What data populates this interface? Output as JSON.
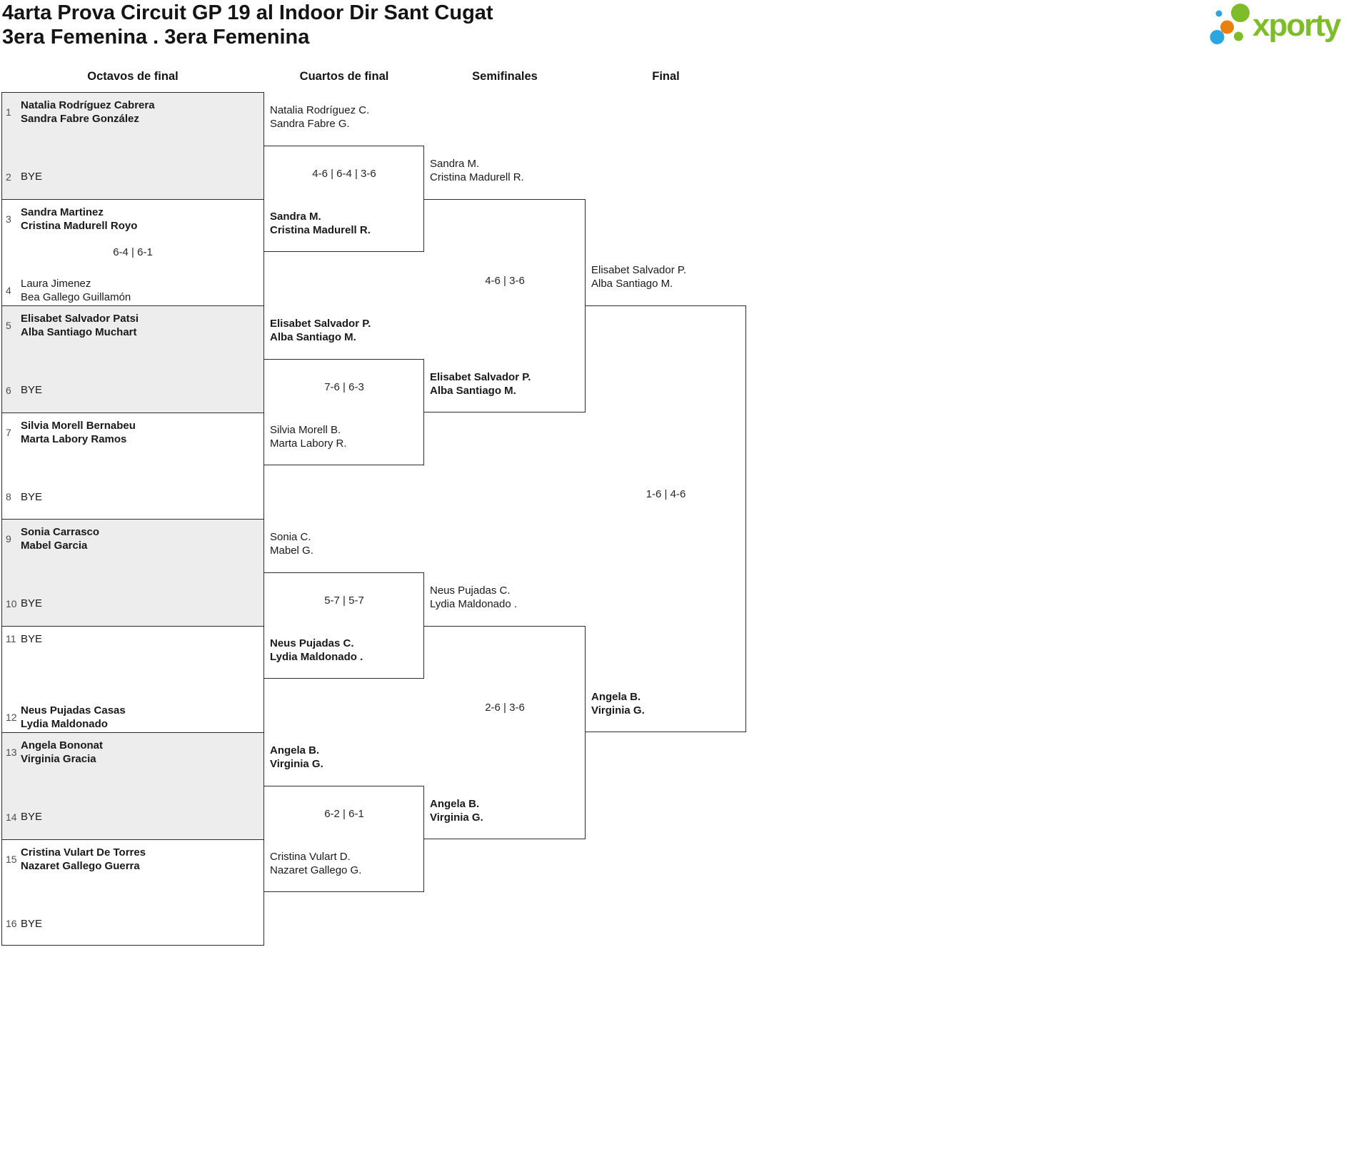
{
  "header": {
    "title": "4arta Prova Circuit GP 19 al Indoor Dir Sant Cugat",
    "subtitle": "3era Femenina . 3era Femenina"
  },
  "logo": {
    "text": "xporty",
    "colors": {
      "green": "#7fbc2a",
      "blue": "#29a8df",
      "orange": "#e9820d"
    }
  },
  "rounds": [
    "Octavos de final",
    "Cuartos de final",
    "Semifinales",
    "Final"
  ],
  "first_round": [
    {
      "shaded": true,
      "score": "",
      "slots": [
        {
          "seed": "1",
          "lines": [
            "Natalia Rodríguez Cabrera",
            "Sandra Fabre González"
          ],
          "bold": true
        },
        {
          "seed": "2",
          "lines": [
            "BYE"
          ],
          "bold": false
        }
      ]
    },
    {
      "shaded": false,
      "score": "6-4 | 6-1",
      "slots": [
        {
          "seed": "3",
          "lines": [
            "Sandra Martinez",
            "Cristina Madurell Royo"
          ],
          "bold": true
        },
        {
          "seed": "4",
          "lines": [
            "Laura Jimenez",
            "Bea Gallego Guillamón"
          ],
          "bold": false
        }
      ]
    },
    {
      "shaded": true,
      "score": "",
      "slots": [
        {
          "seed": "5",
          "lines": [
            "Elisabet Salvador Patsi",
            "Alba Santiago Muchart"
          ],
          "bold": true
        },
        {
          "seed": "6",
          "lines": [
            "BYE"
          ],
          "bold": false
        }
      ]
    },
    {
      "shaded": false,
      "score": "",
      "slots": [
        {
          "seed": "7",
          "lines": [
            "Silvia Morell Bernabeu",
            "Marta Labory Ramos"
          ],
          "bold": true
        },
        {
          "seed": "8",
          "lines": [
            "BYE"
          ],
          "bold": false
        }
      ]
    },
    {
      "shaded": true,
      "score": "",
      "slots": [
        {
          "seed": "9",
          "lines": [
            "Sonia Carrasco",
            "Mabel Garcia"
          ],
          "bold": true
        },
        {
          "seed": "10",
          "lines": [
            "BYE"
          ],
          "bold": false
        }
      ]
    },
    {
      "shaded": false,
      "score": "",
      "slots": [
        {
          "seed": "11",
          "lines": [
            "BYE"
          ],
          "bold": false
        },
        {
          "seed": "12",
          "lines": [
            "Neus Pujadas Casas",
            "Lydia Maldonado"
          ],
          "bold": true
        }
      ]
    },
    {
      "shaded": true,
      "score": "",
      "slots": [
        {
          "seed": "13",
          "lines": [
            "Angela Bononat",
            "Virginia Gracia"
          ],
          "bold": true
        },
        {
          "seed": "14",
          "lines": [
            "BYE"
          ],
          "bold": false
        }
      ]
    },
    {
      "shaded": false,
      "score": "",
      "slots": [
        {
          "seed": "15",
          "lines": [
            "Cristina Vulart De Torres",
            "Nazaret Gallego Guerra"
          ],
          "bold": true
        },
        {
          "seed": "16",
          "lines": [
            "BYE"
          ],
          "bold": false
        }
      ]
    }
  ],
  "quarterfinals": [
    {
      "top": {
        "lines": [
          "Natalia Rodríguez C.",
          "Sandra Fabre G."
        ],
        "bold": false
      },
      "score": "4-6 | 6-4 | 3-6",
      "bottom": {
        "lines": [
          "Sandra M.",
          "Cristina Madurell R."
        ],
        "bold": true
      }
    },
    {
      "top": {
        "lines": [
          "Elisabet Salvador P.",
          "Alba Santiago M."
        ],
        "bold": true
      },
      "score": "7-6 | 6-3",
      "bottom": {
        "lines": [
          "Silvia Morell B.",
          "Marta Labory R."
        ],
        "bold": false
      }
    },
    {
      "top": {
        "lines": [
          "Sonia C.",
          "Mabel G."
        ],
        "bold": false
      },
      "score": "5-7 | 5-7",
      "bottom": {
        "lines": [
          "Neus Pujadas C.",
          "Lydia Maldonado ."
        ],
        "bold": true
      }
    },
    {
      "top": {
        "lines": [
          "Angela B.",
          "Virginia G."
        ],
        "bold": true
      },
      "score": "6-2 | 6-1",
      "bottom": {
        "lines": [
          "Cristina Vulart D.",
          "Nazaret Gallego G."
        ],
        "bold": false
      }
    }
  ],
  "semifinals": [
    {
      "top": {
        "lines": [
          "Sandra M.",
          "Cristina Madurell R."
        ],
        "bold": false
      },
      "score": "4-6 | 3-6",
      "bottom": {
        "lines": [
          "Elisabet Salvador P.",
          "Alba Santiago M."
        ],
        "bold": true
      }
    },
    {
      "top": {
        "lines": [
          "Neus Pujadas C.",
          "Lydia Maldonado ."
        ],
        "bold": false
      },
      "score": "2-6 | 3-6",
      "bottom": {
        "lines": [
          "Angela B.",
          "Virginia G."
        ],
        "bold": true
      }
    }
  ],
  "final": [
    {
      "top": {
        "lines": [
          "Elisabet Salvador P.",
          "Alba Santiago M."
        ],
        "bold": false
      },
      "score": "1-6 | 4-6",
      "bottom": {
        "lines": [
          "Angela B.",
          "Virginia G."
        ],
        "bold": true
      }
    }
  ]
}
